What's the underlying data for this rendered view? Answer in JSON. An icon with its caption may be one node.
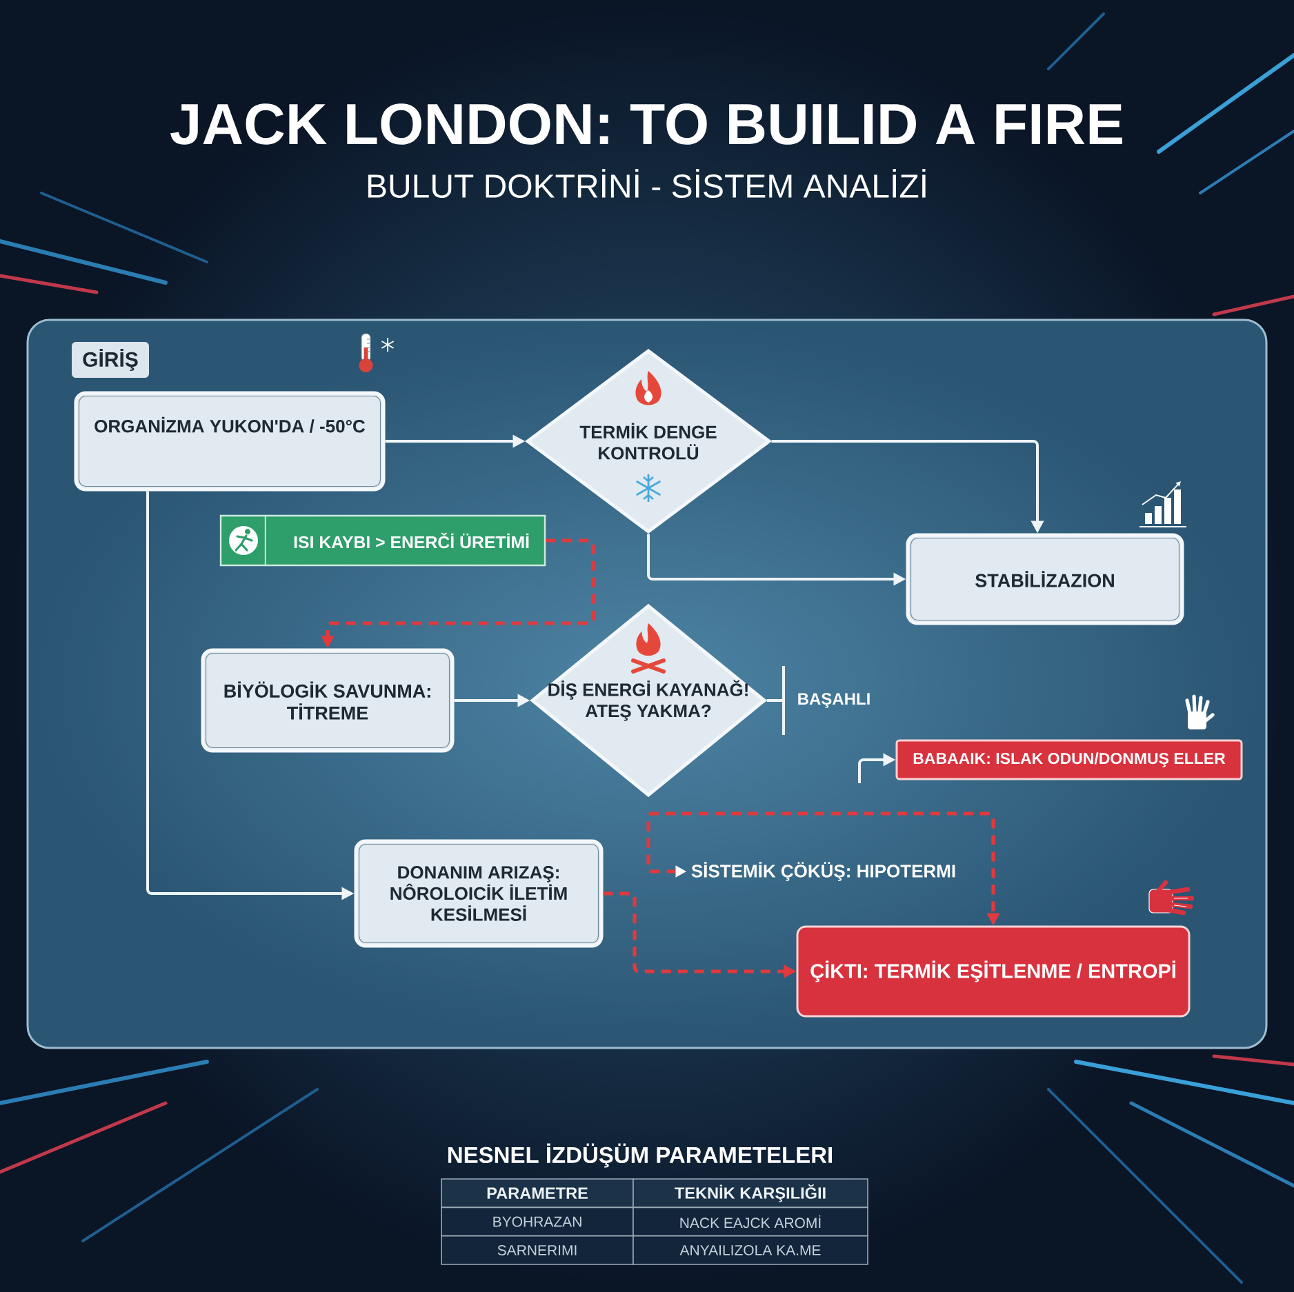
{
  "diagram": {
    "title": "JACK LONDON: TO BUILID A FIRE",
    "nodes": [
      {
        "text": [
          "GİRİŞ"
        ]
      },
      {
        "text": [
          "ORGANİZMA YUKON'DA / -50°C"
        ]
      },
      {
        "text": [
          "TERMİK DENGE KONTROLÜ"
        ]
      },
      {
        "text": [
          "ISI KAYBI > ENERČİ ÜRETİMİ"
        ]
      },
      {
        "text": [
          "STABİLİZAZION"
        ]
      },
      {
        "text": [
          "BİYÖLOGİK SAVUNMA: TİTREME"
        ]
      },
      {
        "text": [
          "DİŞ ENERGİ KAYANAĞ! ATEŞ YAKMA?"
        ]
      },
      {
        "text": [
          "BAŞAHLI"
        ]
      },
      {
        "text": [
          "BABAAIK: ISLAK ODUN/DONMUŞ ELLER"
        ]
      },
      {
        "text": [
          "DONANIM ARIZAŞ: NÔROLOICİK İLETİM KESİLMESİ"
        ]
      },
      {
        "text": [
          "SİSTEMİK ÇÖKÜŞ: HIPOTERMI"
        ]
      },
      {
        "text": [
          "ÇİKTI: TERMİK EŞİTLENME / ENTROPİ"
        ]
      }
    ],
    "edges": [
      {
        "from": 1,
        "to": 2,
        "arrow": "to"
      },
      {
        "from": 2,
        "to": 4,
        "arrow": "to"
      },
      {
        "from": 2,
        "to": 4,
        "arrow": "to"
      },
      {
        "from": 1,
        "to": 9,
        "arrow": "to"
      },
      {
        "from": 3,
        "to": 5,
        "arrow": "to",
        "style": "dashed",
        "color": "#e2393d"
      },
      {
        "from": 5,
        "to": 6,
        "arrow": "to"
      },
      {
        "from": 6,
        "to": 7,
        "arrow": "none"
      },
      {
        "from": null,
        "to": 8,
        "arrow": "to"
      },
      {
        "from": 9,
        "to": 11,
        "arrow": "to",
        "style": "dashed",
        "color": "#e2393d"
      },
      {
        "from": 10,
        "to": 11,
        "arrow": "both",
        "style": "dashed",
        "color": "#e2393d"
      }
    ],
    "labels": [
      "BULUT DOKTRİNİ - SİSTEM ANALİZİ",
      "NESNEL İZDÜŞÜM PARAMETELERI",
      "PARAMETRE",
      "TEKNİK KARŞILIĞII",
      "BYOHRAZAN",
      "NACK EAJCK AROMİ",
      "SARNERIMI",
      "ANYAILIZOLA KA.ME"
    ]
  }
}
